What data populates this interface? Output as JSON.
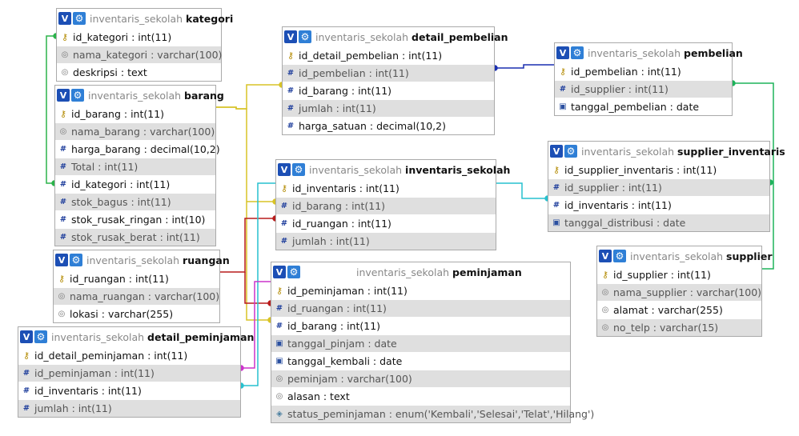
{
  "tables": {
    "kategori": {
      "db": "inventaris_sekolah",
      "name": "kategori",
      "fields": [
        {
          "text": "id_kategori : int(11)",
          "icon": "key-icon"
        },
        {
          "text": "nama_kategori : varchar(100)",
          "icon": "index-icon"
        },
        {
          "text": "deskripsi : text",
          "icon": "index-icon"
        }
      ]
    },
    "barang": {
      "db": "inventaris_sekolah",
      "name": "barang",
      "fields": [
        {
          "text": "id_barang : int(11)",
          "icon": "key-icon"
        },
        {
          "text": "nama_barang : varchar(100)",
          "icon": "index-icon"
        },
        {
          "text": "harga_barang : decimal(10,2)",
          "icon": "hash-icon"
        },
        {
          "text": "Total : int(11)",
          "icon": "hash-icon"
        },
        {
          "text": "id_kategori : int(11)",
          "icon": "hash-icon"
        },
        {
          "text": "stok_bagus : int(11)",
          "icon": "hash-icon"
        },
        {
          "text": "stok_rusak_ringan : int(10)",
          "icon": "hash-icon"
        },
        {
          "text": "stok_rusak_berat : int(11)",
          "icon": "hash-icon"
        }
      ]
    },
    "ruangan": {
      "db": "inventaris_sekolah",
      "name": "ruangan",
      "fields": [
        {
          "text": "id_ruangan : int(11)",
          "icon": "key-icon"
        },
        {
          "text": "nama_ruangan : varchar(100)",
          "icon": "index-icon"
        },
        {
          "text": "lokasi : varchar(255)",
          "icon": "index-icon"
        }
      ]
    },
    "detail_peminjaman": {
      "db": "inventaris_sekolah",
      "name": "detail_peminjaman",
      "fields": [
        {
          "text": "id_detail_peminjaman : int(11)",
          "icon": "key-icon"
        },
        {
          "text": "id_peminjaman : int(11)",
          "icon": "hash-icon"
        },
        {
          "text": "id_inventaris : int(11)",
          "icon": "hash-icon"
        },
        {
          "text": "jumlah : int(11)",
          "icon": "hash-icon"
        }
      ]
    },
    "detail_pembelian": {
      "db": "inventaris_sekolah",
      "name": "detail_pembelian",
      "fields": [
        {
          "text": "id_detail_pembelian : int(11)",
          "icon": "key-icon"
        },
        {
          "text": "id_pembelian : int(11)",
          "icon": "hash-icon"
        },
        {
          "text": "id_barang : int(11)",
          "icon": "hash-icon"
        },
        {
          "text": "jumlah : int(11)",
          "icon": "hash-icon"
        },
        {
          "text": "harga_satuan : decimal(10,2)",
          "icon": "hash-icon"
        }
      ]
    },
    "inventaris_sekolah": {
      "db": "inventaris_sekolah",
      "name": "inventaris_sekolah",
      "fields": [
        {
          "text": "id_inventaris : int(11)",
          "icon": "key-icon"
        },
        {
          "text": "id_barang : int(11)",
          "icon": "hash-icon"
        },
        {
          "text": "id_ruangan : int(11)",
          "icon": "hash-icon"
        },
        {
          "text": "jumlah : int(11)",
          "icon": "hash-icon"
        }
      ]
    },
    "peminjaman": {
      "db": "inventaris_sekolah",
      "name": "peminjaman",
      "fields": [
        {
          "text": "id_peminjaman : int(11)",
          "icon": "key-icon"
        },
        {
          "text": "id_ruangan : int(11)",
          "icon": "hash-icon"
        },
        {
          "text": "id_barang : int(11)",
          "icon": "hash-icon"
        },
        {
          "text": "tanggal_pinjam : date",
          "icon": "date-icon"
        },
        {
          "text": "tanggal_kembali : date",
          "icon": "date-icon"
        },
        {
          "text": "peminjam : varchar(100)",
          "icon": "index-icon"
        },
        {
          "text": "alasan : text",
          "icon": "index-icon"
        },
        {
          "text": "status_peminjaman : enum('Kembali','Selesai','Telat','Hilang')",
          "icon": "enum-icon"
        }
      ]
    },
    "pembelian": {
      "db": "inventaris_sekolah",
      "name": "pembelian",
      "fields": [
        {
          "text": "id_pembelian : int(11)",
          "icon": "key-icon"
        },
        {
          "text": "id_supplier : int(11)",
          "icon": "hash-icon"
        },
        {
          "text": "tanggal_pembelian : date",
          "icon": "date-icon"
        }
      ]
    },
    "supplier_inventaris": {
      "db": "inventaris_sekolah",
      "name": "supplier_inventaris",
      "fields": [
        {
          "text": "id_supplier_inventaris : int(11)",
          "icon": "key-icon"
        },
        {
          "text": "id_supplier : int(11)",
          "icon": "hash-icon"
        },
        {
          "text": "id_inventaris : int(11)",
          "icon": "hash-icon"
        },
        {
          "text": "tanggal_distribusi : date",
          "icon": "date-icon"
        }
      ]
    },
    "supplier": {
      "db": "inventaris_sekolah",
      "name": "supplier",
      "fields": [
        {
          "text": "id_supplier : int(11)",
          "icon": "key-icon"
        },
        {
          "text": "nama_supplier : varchar(100)",
          "icon": "index-icon"
        },
        {
          "text": "alamat : varchar(255)",
          "icon": "index-icon"
        },
        {
          "text": "no_telp : varchar(15)",
          "icon": "index-icon"
        }
      ]
    }
  },
  "relation_colors": {
    "kategori_barang": "#2bb34a",
    "barang_links": "#d8c326",
    "ruangan_links": "#b81c1c",
    "inventaris_links": "#27c1cf",
    "peminjaman_links": "#cc33cc",
    "pembelian_link": "#1a2fb0",
    "supplier_links": "#1db35a"
  }
}
